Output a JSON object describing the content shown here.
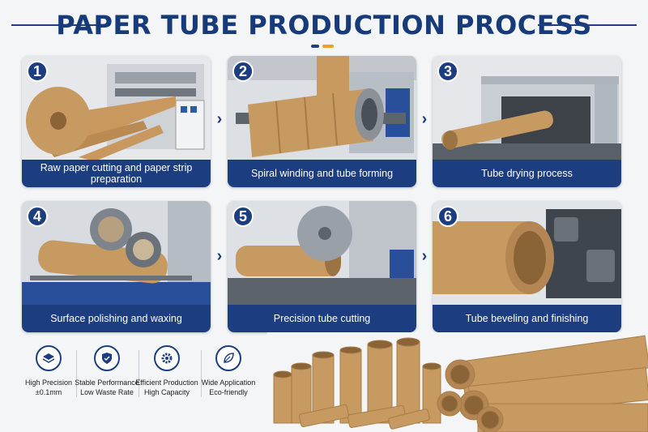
{
  "header": {
    "title": "PAPER TUBE PRODUCTION PROCESS"
  },
  "colors": {
    "navy": "#1c3e80",
    "kraft": "#c79a62",
    "accent": "#f0a020"
  },
  "steps": [
    {
      "number": "1",
      "caption": "Raw paper cutting and paper strip preparation"
    },
    {
      "number": "2",
      "caption": "Spiral winding and tube forming"
    },
    {
      "number": "3",
      "caption": "Tube drying process"
    },
    {
      "number": "4",
      "caption": "Surface polishing and waxing"
    },
    {
      "number": "5",
      "caption": "Precision tube cutting"
    },
    {
      "number": "6",
      "caption": "Tube beveling and finishing"
    }
  ],
  "arrow_glyph": "›",
  "features": [
    {
      "icon": "layers-icon",
      "line1": "High Precision",
      "line2": "±0.1mm"
    },
    {
      "icon": "shield-check-icon",
      "line1": "Stable Performance",
      "line2": "Low Waste Rate"
    },
    {
      "icon": "gear-icon",
      "line1": "Efficient Production",
      "line2": "High Capacity"
    },
    {
      "icon": "leaf-icon",
      "line1": "Wide Application",
      "line2": "Eco-friendly"
    }
  ]
}
